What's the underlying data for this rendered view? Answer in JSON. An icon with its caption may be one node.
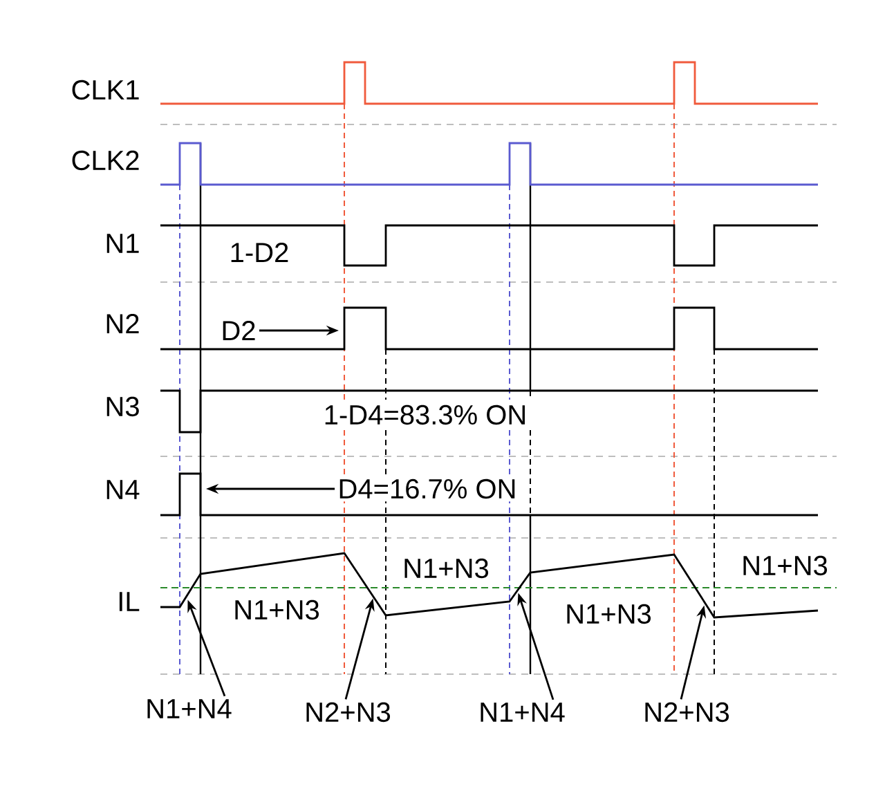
{
  "diagram": {
    "nodes": [
      {
        "text": [
          "D2"
        ]
      },
      {
        "text": [
          "D4=16.7% ON"
        ]
      },
      {
        "text": [
          "N1+N4"
        ]
      },
      {
        "text": [
          "N2+N3"
        ]
      },
      {
        "text": [
          "N1+N4"
        ]
      },
      {
        "text": [
          "N2+N3"
        ]
      },
      {
        "text": [],
        "shape": "line"
      }
    ],
    "edges": [
      {
        "from": 0,
        "to": null,
        "arrow": "to"
      },
      {
        "from": 1,
        "to": null,
        "arrow": "to"
      },
      {
        "from": 2,
        "to": 6,
        "arrow": "to"
      },
      {
        "from": 3,
        "to": 6,
        "arrow": "to"
      },
      {
        "from": 4,
        "to": 6,
        "arrow": "to"
      },
      {
        "from": 5,
        "to": 6,
        "arrow": "to"
      }
    ],
    "labels": [
      "CLK1",
      "CLK2",
      "N1",
      "1-D2",
      "N2",
      "N3",
      "1-D4=83.3% ON",
      "N4",
      "N1+N3",
      "N1+N3",
      "IL",
      "N1+N3",
      "N1+N3"
    ]
  }
}
